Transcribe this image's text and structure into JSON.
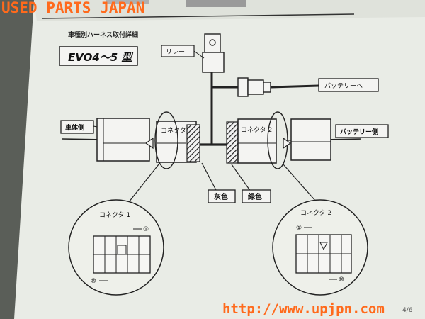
{
  "watermark": {
    "top": "USED PARTS JAPAN",
    "bottom": "http://www.upjpn.com"
  },
  "doc": {
    "heading": "車種別ハーネス取付詳細",
    "model": "EVO4～5 型",
    "relay": "リレー",
    "battery_conn": "バッテリーへ",
    "body_side": "車体側",
    "battery_side": "バッテリー側",
    "connector1": "コネクタ 1",
    "connector2": "コネクタ 2",
    "gray": "灰色",
    "green": "緑色",
    "detail1_title": "コネクタ 1",
    "detail2_title": "コネクタ 2",
    "pin1": "①",
    "pin10": "⑩",
    "page_num": "4/6"
  },
  "colors": {
    "paper": "#e9ece6",
    "line": "#2a2a2a",
    "watermark": "#ff6a1c",
    "background": "#5a5e58"
  }
}
